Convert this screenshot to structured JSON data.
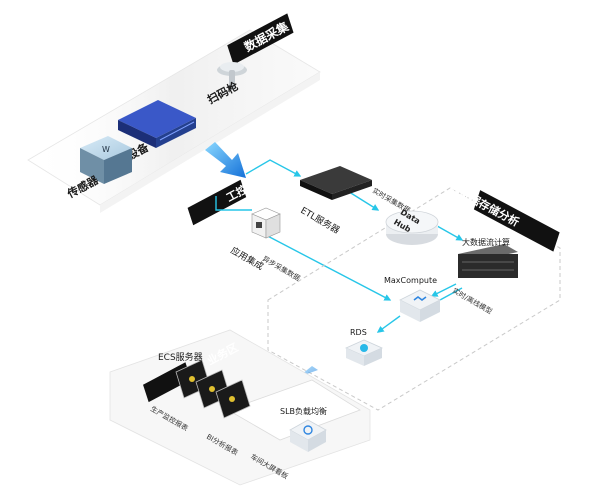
{
  "zones": {
    "data_collection": "数据采集",
    "protocol": "工控协议",
    "bigdata": "大数据存储分析",
    "business": "业务区"
  },
  "devices": {
    "scanner": "扫码枪",
    "equipment": "设备",
    "sensor": "传感器",
    "app_integration": "应用集成",
    "etl_server": "ETL服务器",
    "datahub_line1": "Data",
    "datahub_line2": "Hub",
    "bigdata_compute": "大数据流计算",
    "maxcompute": "MaxCompute",
    "rds": "RDS",
    "ecs": "ECS服务器",
    "slb": "SLB负载均衡"
  },
  "flows": {
    "realtime_collect": "实时采集数据",
    "async_collect": "异步采集数据",
    "realtime_offline": "实时/离线模型"
  },
  "outputs": {
    "production_monitor": "生产监控报表",
    "dashboard": "BI分析报表",
    "workshop_screen": "车间大屏看板"
  },
  "colors": {
    "flow": "#27c6e8",
    "arrow": "#1a8fe0",
    "tag_bg": "#111111"
  }
}
